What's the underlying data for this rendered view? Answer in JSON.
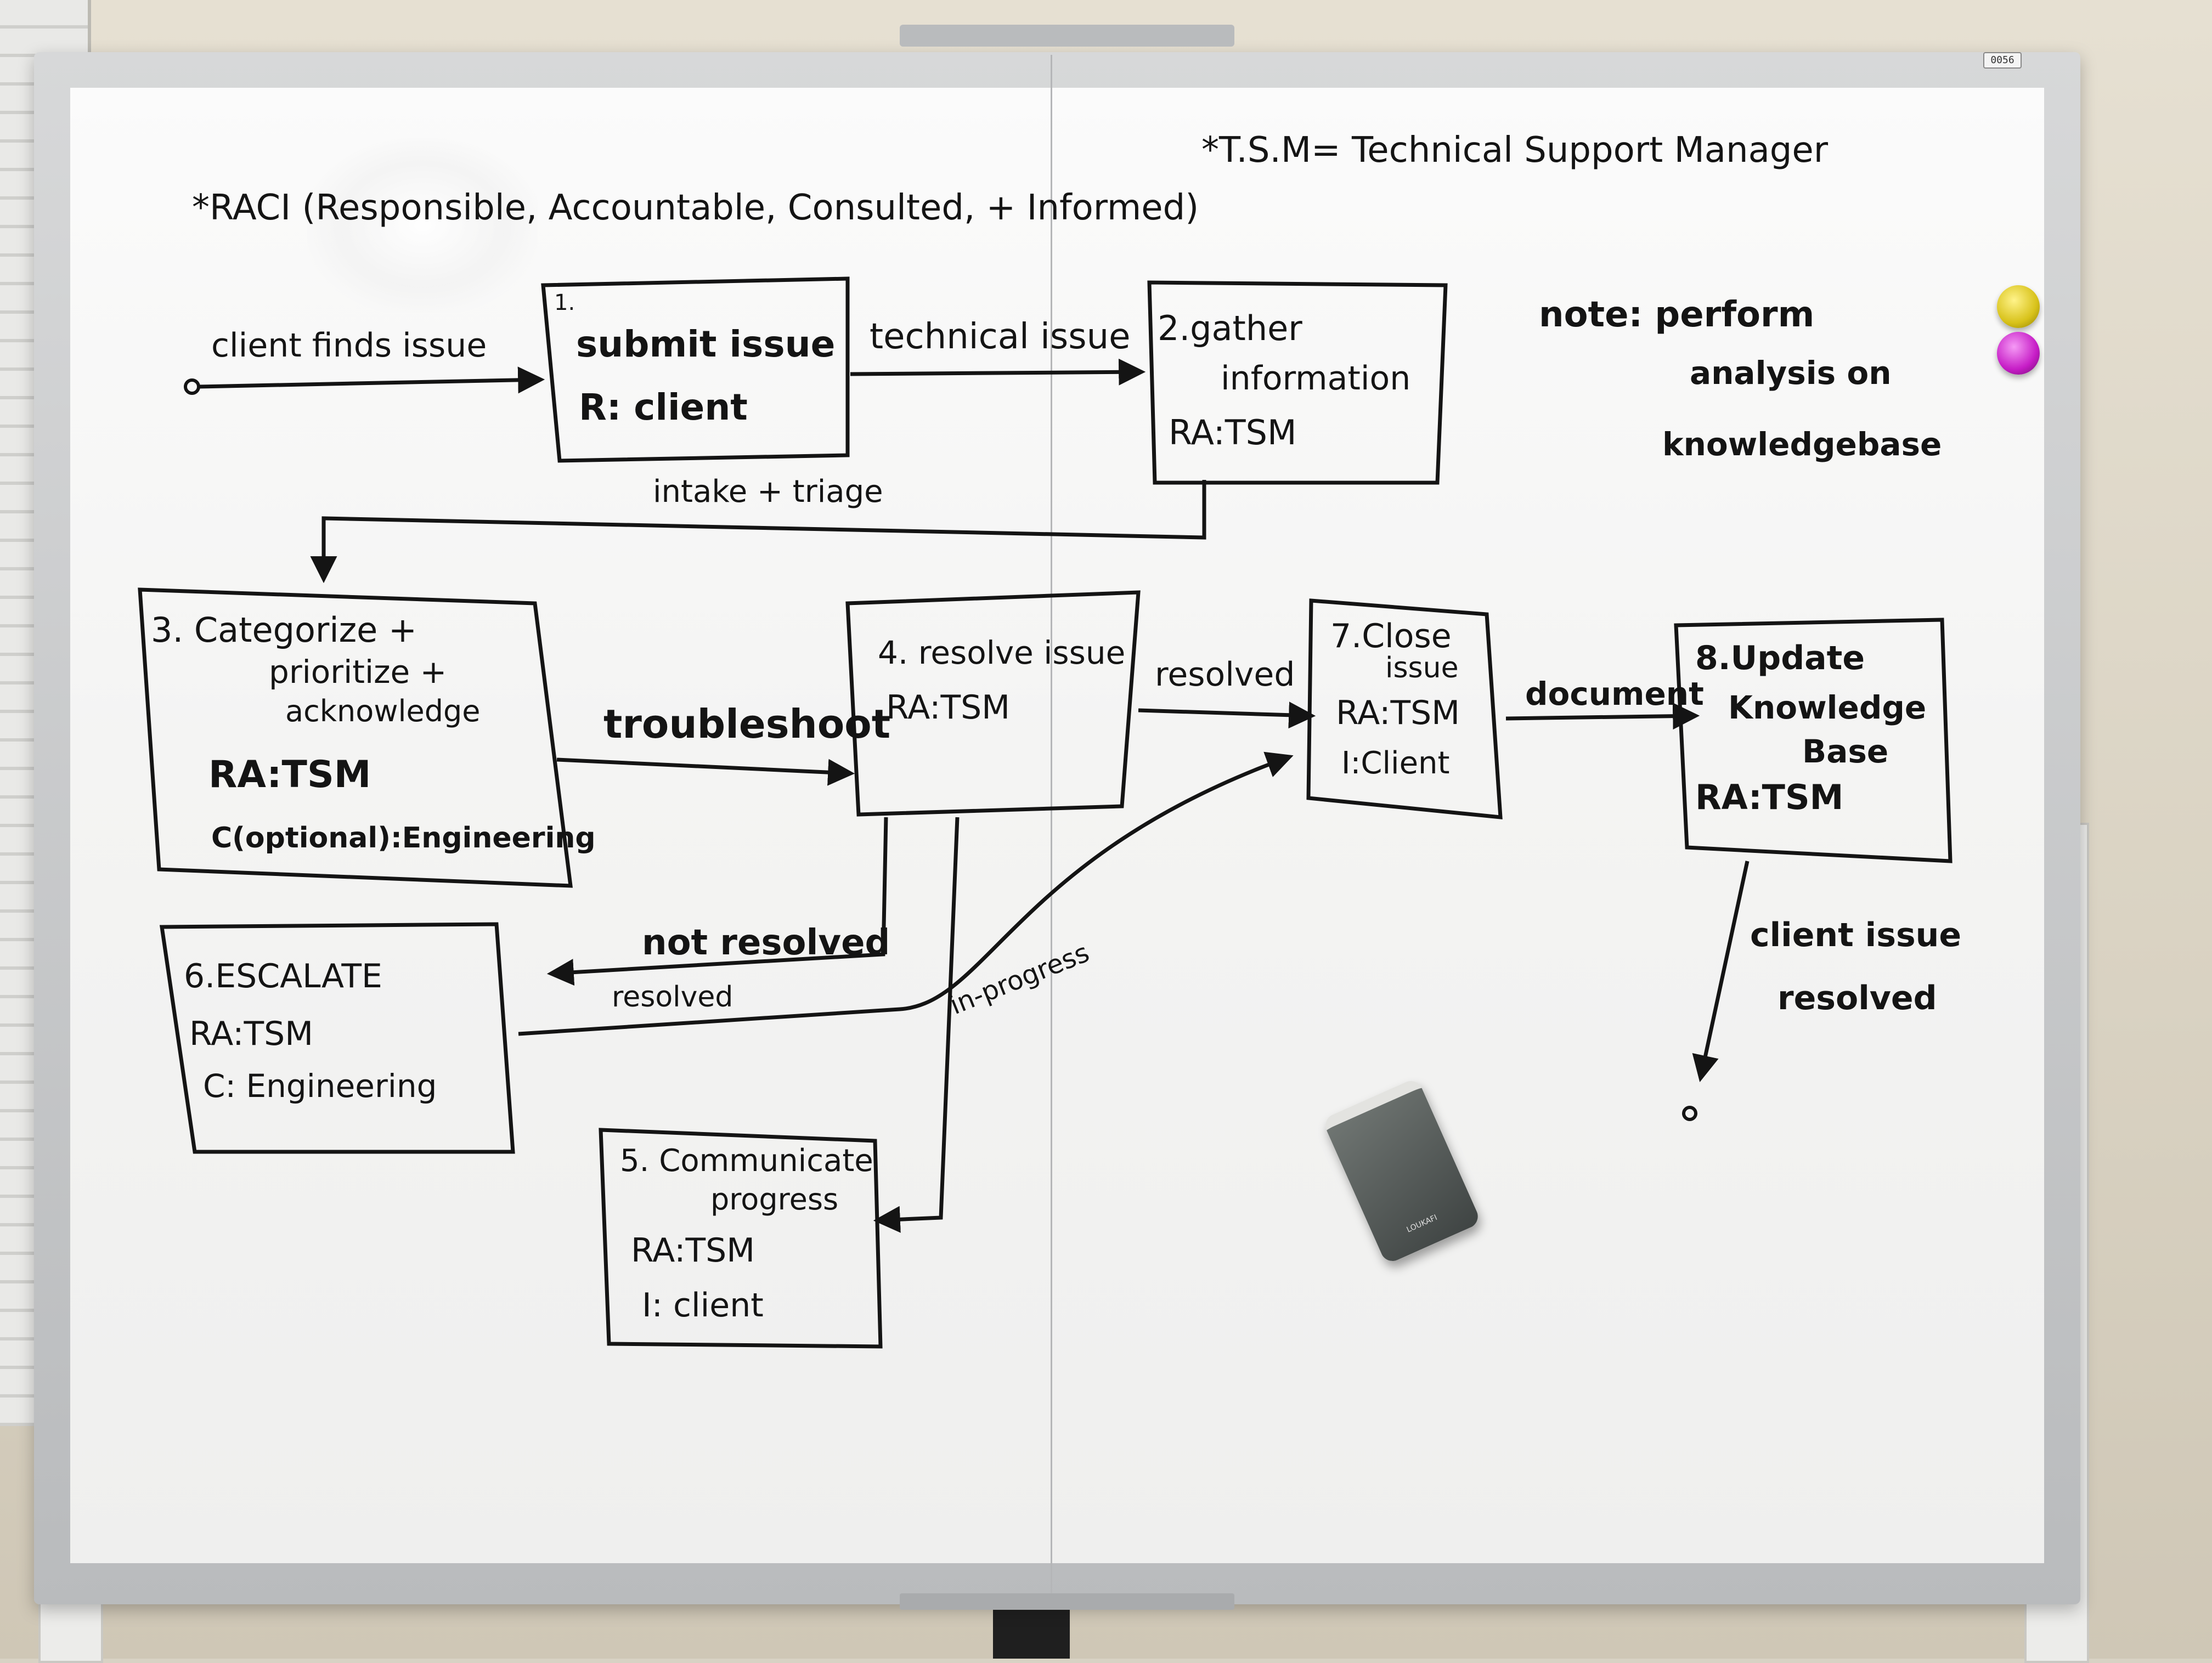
{
  "header": {
    "raci_note": "*RACI (Responsible, Accountable, Consulted, + Informed)",
    "tsm_note": "*T.S.M= Technical Support Manager",
    "side_note": [
      "note: perform",
      "analysis on",
      "knowledgebase"
    ]
  },
  "board_id": "0056",
  "eraser_brand": "LOUKAFI",
  "nodes": {
    "n1": {
      "lines": [
        "1.",
        "submit issue",
        "R: client"
      ]
    },
    "n2": {
      "lines": [
        "2.gather",
        "information",
        "RA:TSM"
      ]
    },
    "n3": {
      "lines": [
        "3. Categorize +",
        "prioritize +",
        "acknowledge",
        "RA:TSM",
        "C(optional):Engineering"
      ]
    },
    "n4": {
      "lines": [
        "4. resolve issue",
        "RA:TSM"
      ]
    },
    "n5": {
      "lines": [
        "5. Communicate",
        "progress",
        "RA:TSM",
        "I: client"
      ]
    },
    "n6": {
      "lines": [
        "6.ESCALATE",
        "RA:TSM",
        "C: Engineering"
      ]
    },
    "n7": {
      "lines": [
        "7.Close",
        "issue",
        "RA:TSM",
        "I:Client"
      ]
    },
    "n8": {
      "lines": [
        "8.Update",
        "Knowledge",
        "Base",
        "RA:TSM"
      ]
    }
  },
  "edges": {
    "start_label": "client finds issue",
    "e12": "technical issue",
    "e23": "intake + triage",
    "e34": "troubleshoot",
    "e47": "resolved",
    "e46": "not resolved",
    "e67": "resolved",
    "e45": "in-progress",
    "e78": "document",
    "end_label": [
      "client issue",
      "resolved"
    ]
  }
}
